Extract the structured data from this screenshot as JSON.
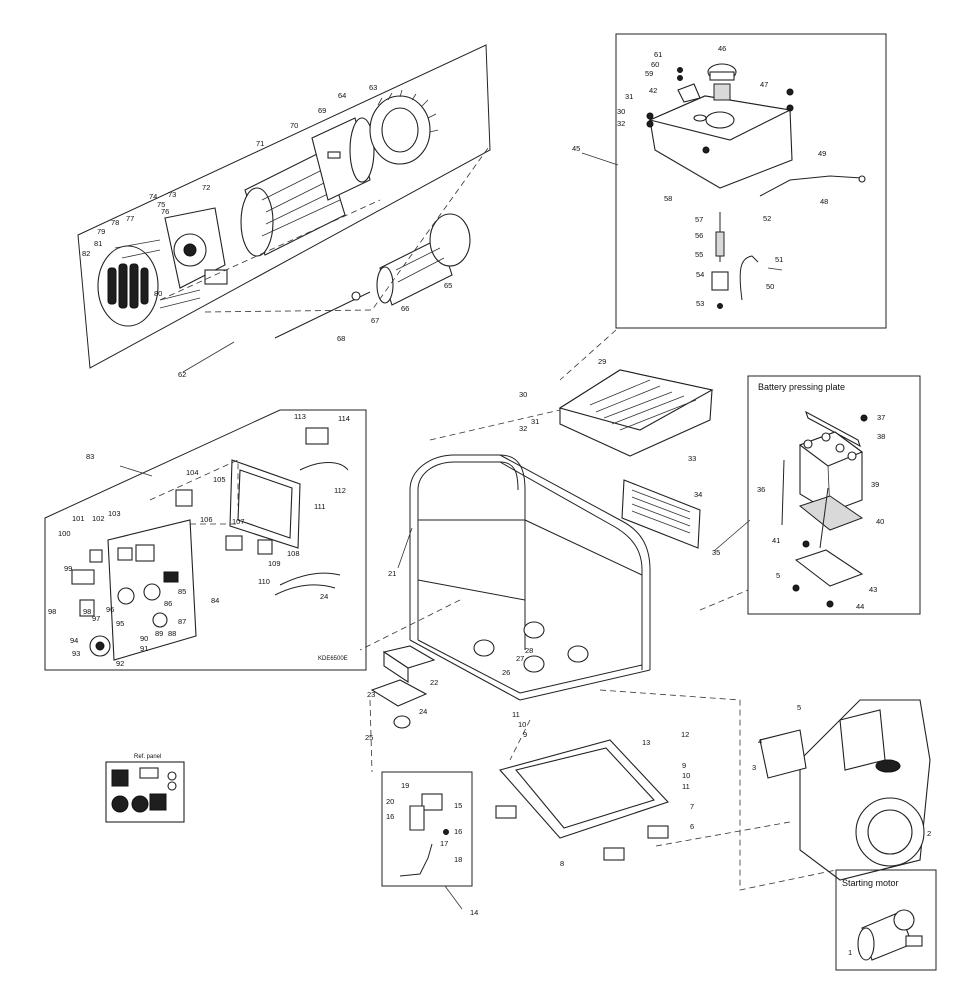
{
  "box_titles": {
    "battery": "Battery pressing plate",
    "starter": "Starting motor"
  },
  "model_label": "KDE6500E",
  "panel_caption": "Ref. panel",
  "part_numbers": {
    "p1": "1",
    "p2": "2",
    "p3": "3",
    "p4": "4",
    "p5a": "5",
    "p5b": "5",
    "p6": "6",
    "p7": "7",
    "p8": "8",
    "p9a": "9",
    "p9b": "9",
    "p10a": "10",
    "p10b": "10",
    "p11a": "11",
    "p11b": "11",
    "p12": "12",
    "p13": "13",
    "p14": "14",
    "p15": "15",
    "p16a": "16",
    "p16b": "16",
    "p17": "17",
    "p18": "18",
    "p19": "19",
    "p20": "20",
    "p21": "21",
    "p22": "22",
    "p23": "23",
    "p24a": "24",
    "p24b": "24",
    "p25": "25",
    "p26": "26",
    "p27": "27",
    "p28": "28",
    "p29": "29",
    "p30a": "30",
    "p30b": "30",
    "p31a": "31",
    "p31b": "31",
    "p32a": "32",
    "p32b": "32",
    "p33": "33",
    "p34": "34",
    "p35": "35",
    "p36": "36",
    "p37": "37",
    "p38": "38",
    "p39": "39",
    "p40": "40",
    "p41": "41",
    "p42": "42",
    "p43": "43",
    "p44": "44",
    "p45": "45",
    "p46": "46",
    "p47": "47",
    "p48": "48",
    "p49": "49",
    "p50": "50",
    "p51": "51",
    "p52": "52",
    "p53": "53",
    "p54": "54",
    "p55": "55",
    "p56": "56",
    "p57": "57",
    "p58": "58",
    "p59": "59",
    "p60": "60",
    "p61": "61",
    "p62": "62",
    "p63": "63",
    "p64": "64",
    "p65": "65",
    "p66": "66",
    "p67": "67",
    "p68": "68",
    "p69": "69",
    "p70": "70",
    "p71": "71",
    "p72": "72",
    "p73": "73",
    "p74": "74",
    "p75": "75",
    "p76": "76",
    "p77": "77",
    "p78": "78",
    "p79": "79",
    "p80": "80",
    "p81": "81",
    "p82": "82",
    "p83": "83",
    "p84": "84",
    "p85": "85",
    "p86": "86",
    "p87": "87",
    "p88": "88",
    "p89": "89",
    "p90": "90",
    "p91": "91",
    "p92": "92",
    "p93": "93",
    "p94": "94",
    "p95": "95",
    "p96": "96",
    "p97": "97",
    "p98a": "98",
    "p98b": "98",
    "p99": "99",
    "p100": "100",
    "p101": "101",
    "p102": "102",
    "p103": "103",
    "p104": "104",
    "p105": "105",
    "p106": "106",
    "p107": "107",
    "p108": "108",
    "p109": "109",
    "p110": "110",
    "p111": "111",
    "p112": "112",
    "p113": "113",
    "p114": "114"
  }
}
